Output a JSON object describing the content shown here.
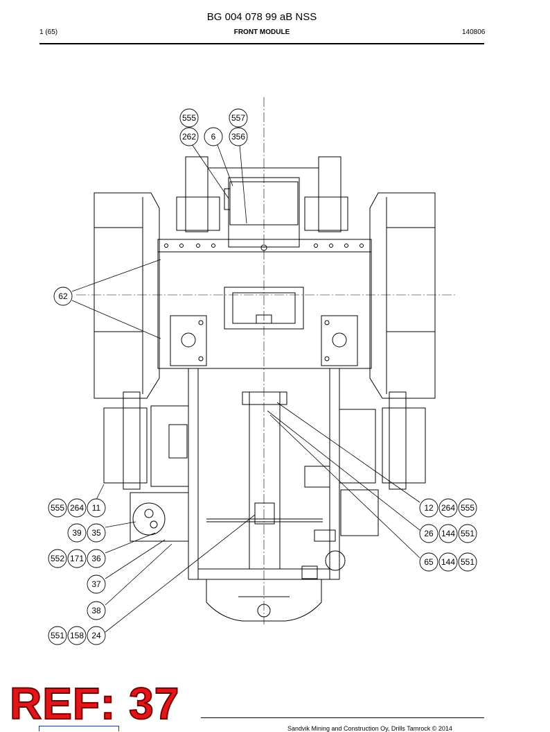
{
  "header": {
    "doc_code": "BG 004 078 99 aB NSS",
    "page": "1 (65)",
    "title": "FRONT MODULE",
    "date": "140806"
  },
  "callouts": {
    "c555_top": "555",
    "c557_top": "557",
    "c262": "262",
    "c6": "6",
    "c356": "356",
    "c62": "62",
    "c555_l": "555",
    "c264_l": "264",
    "c11": "11",
    "c39": "39",
    "c35": "35",
    "c552": "552",
    "c171": "171",
    "c36": "36",
    "c37": "37",
    "c38": "38",
    "c551_l": "551",
    "c158": "158",
    "c24": "24",
    "c12": "12",
    "c264_r": "264",
    "c555_r": "555",
    "c26": "26",
    "c144_a": "144",
    "c551_a": "551",
    "c65": "65",
    "c144_b": "144",
    "c551_b": "551"
  },
  "stamp": {
    "ref": "REF: 37"
  },
  "footer": {
    "copyright": "Sandvik Mining and Construction Oy, Drills Tamrock © 2014"
  },
  "colors": {
    "ref_red": "#e0161b",
    "line": "#000000",
    "logo_blue": "#1a3a8a"
  }
}
